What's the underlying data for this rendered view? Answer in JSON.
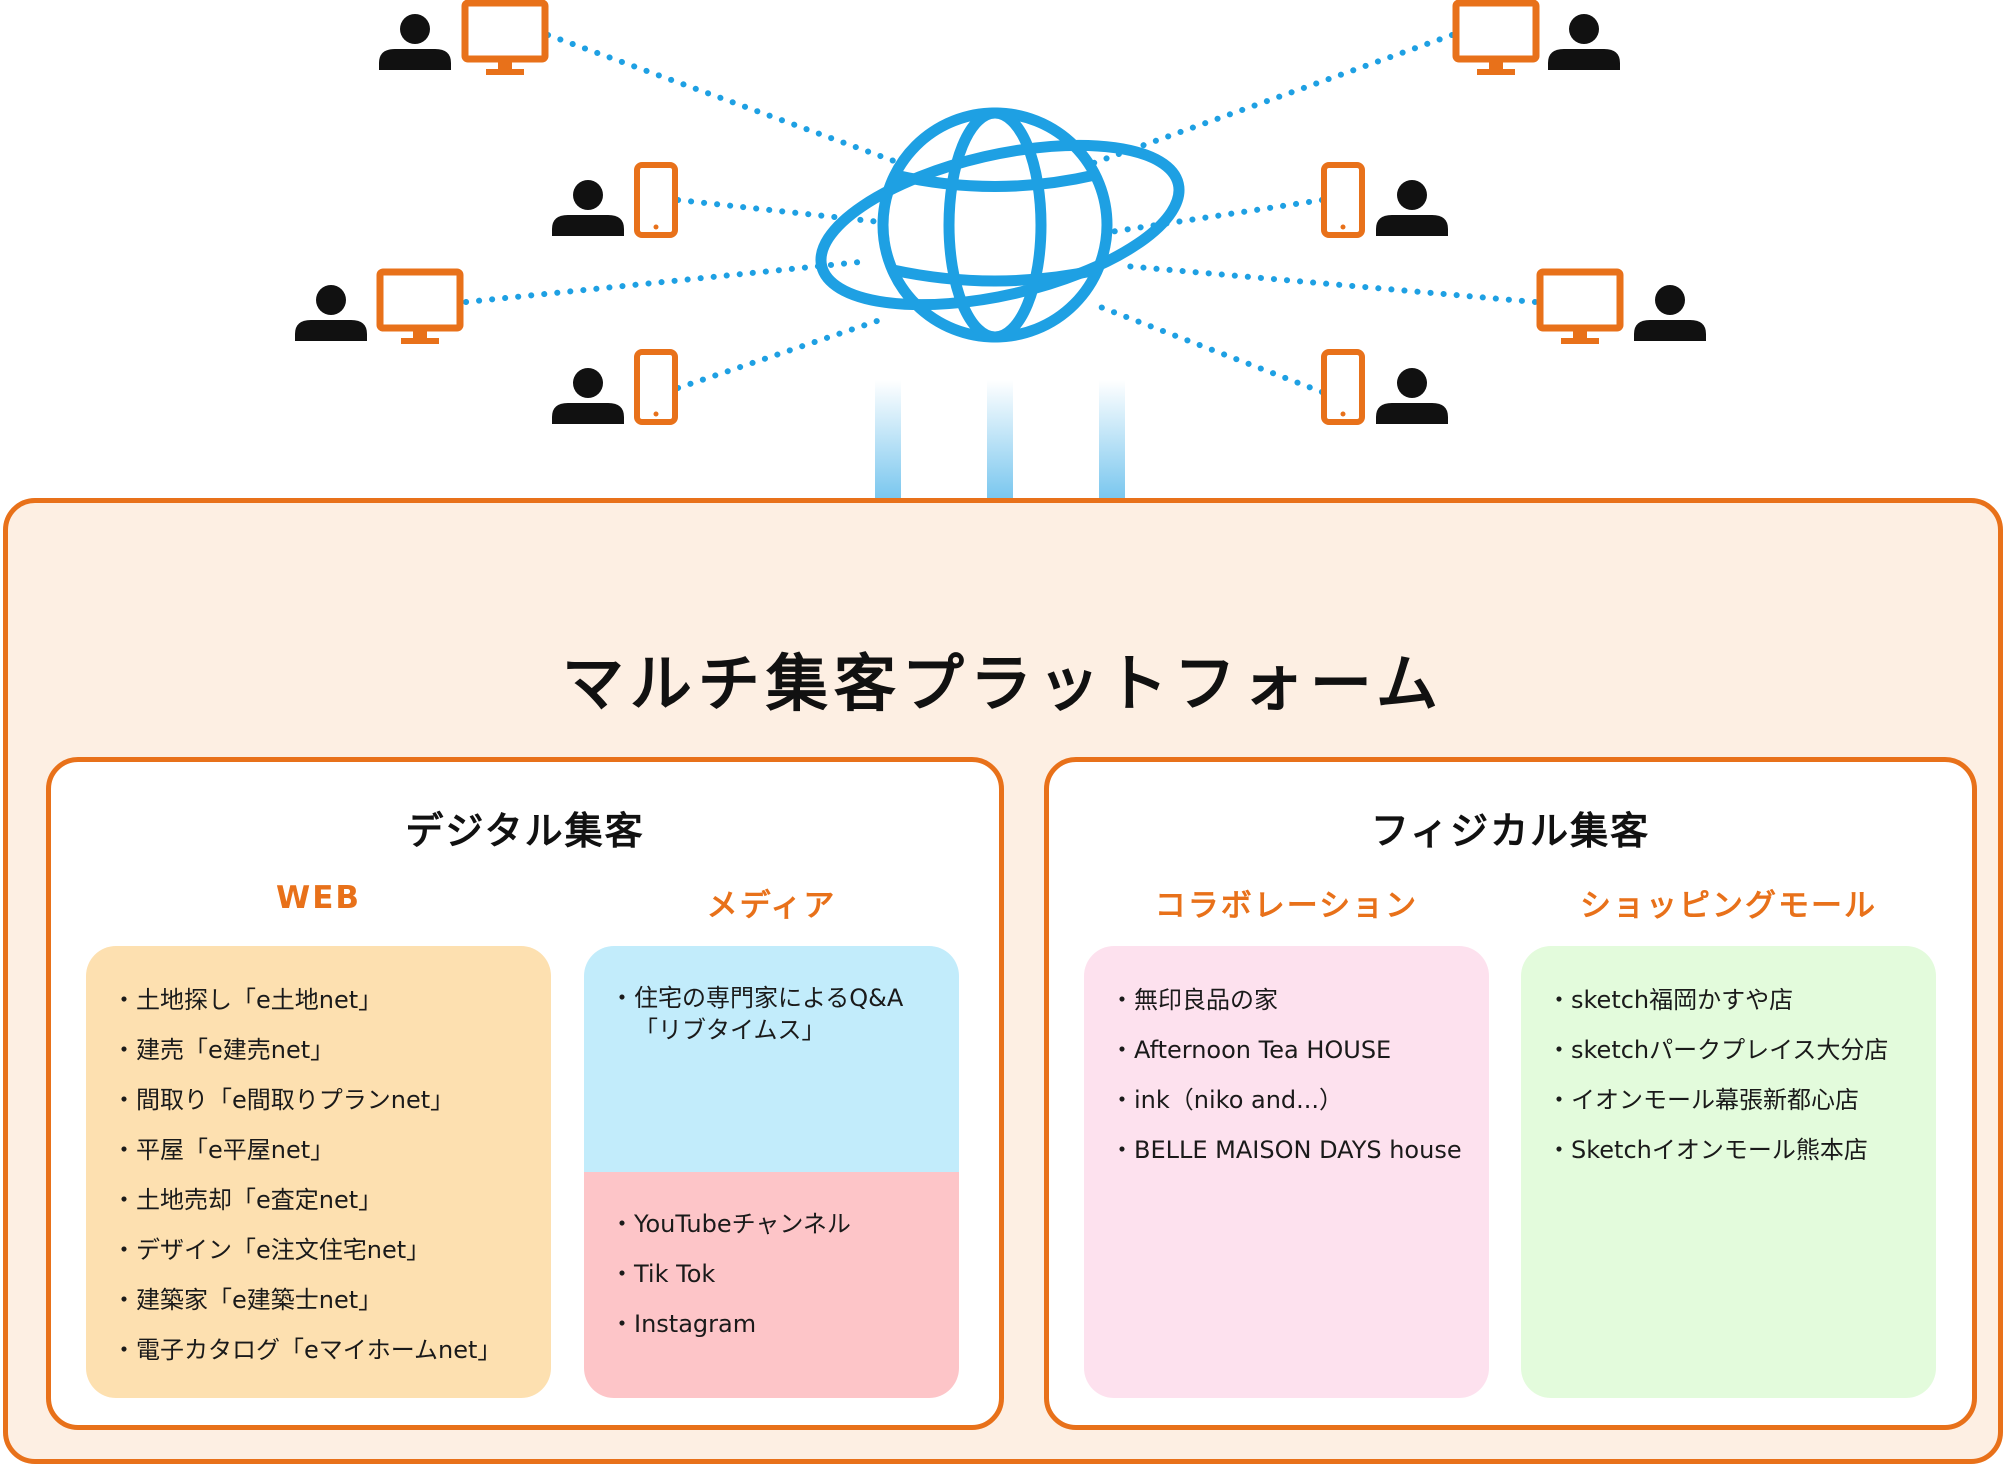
{
  "colors": {
    "accent_orange": "#e8711a",
    "globe_blue": "#1ea0e3",
    "platform_bg": "#fdefe3",
    "web_card": "#fde0b0",
    "media_top_card": "#c2ecfb",
    "media_bottom_card": "#fdc5c8",
    "collab_card": "#fde1ee",
    "mall_card": "#e3fbdc",
    "user_icon": "#111111"
  },
  "icons": [
    "globe-icon",
    "user-icon",
    "desktop-monitor-icon",
    "smartphone-icon",
    "down-arrow-icon"
  ],
  "platform": {
    "title": "マルチ集客プラットフォーム"
  },
  "digital": {
    "title": "デジタル集客",
    "web": {
      "title": "WEB",
      "items": [
        "土地探し「e土地net」",
        "建売「e建売net」",
        "間取り「e間取りプランnet」",
        "平屋「e平屋net」",
        "土地売却「e査定net」",
        "デザイン「e注文住宅net」",
        "建築家「e建築士net」",
        "電子カタログ「eマイホームnet」"
      ]
    },
    "media": {
      "title": "メディア",
      "top_items": [
        "住宅の専門家によるQ&A「リブタイムス」"
      ],
      "bottom_items": [
        "YouTubeチャンネル",
        "Tik Tok",
        "Instagram"
      ]
    }
  },
  "physical": {
    "title": "フィジカル集客",
    "collab": {
      "title": "コラボレーション",
      "items": [
        "無印良品の家",
        "Afternoon Tea HOUSE",
        "ink（niko and...）",
        "BELLE MAISON DAYS house"
      ]
    },
    "mall": {
      "title": "ショッピングモール",
      "items": [
        "sketch福岡かすや店",
        "sketchパークプレイス大分店",
        "イオンモール幕張新都心店",
        "Sketchイオンモール熊本店"
      ]
    }
  }
}
